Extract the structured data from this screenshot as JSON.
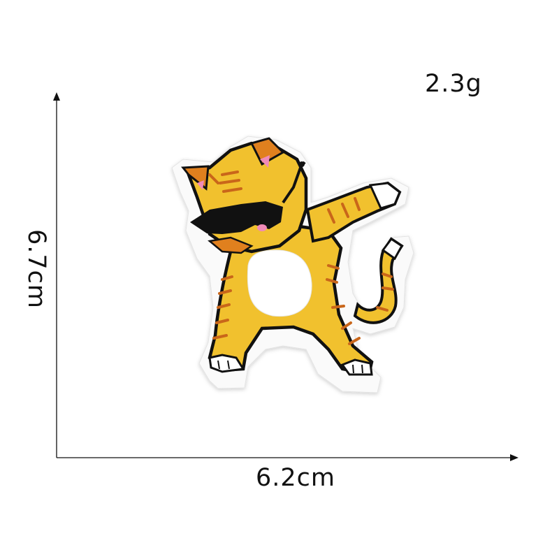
{
  "measurements": {
    "weight": "2.3g",
    "width": "6.2cm",
    "height": "6.7cm"
  },
  "colors": {
    "background": "#ffffff",
    "axis": "#111111",
    "patch_border": "#ffffff",
    "fur_yellow": "#f1c12e",
    "fur_orange": "#e0801e",
    "stripe": "#c9661a",
    "outline": "#111111",
    "belly": "#ffffff",
    "ear_pink": "#f08ab8"
  },
  "image": {
    "subject": "embroidered-cat-patch"
  }
}
